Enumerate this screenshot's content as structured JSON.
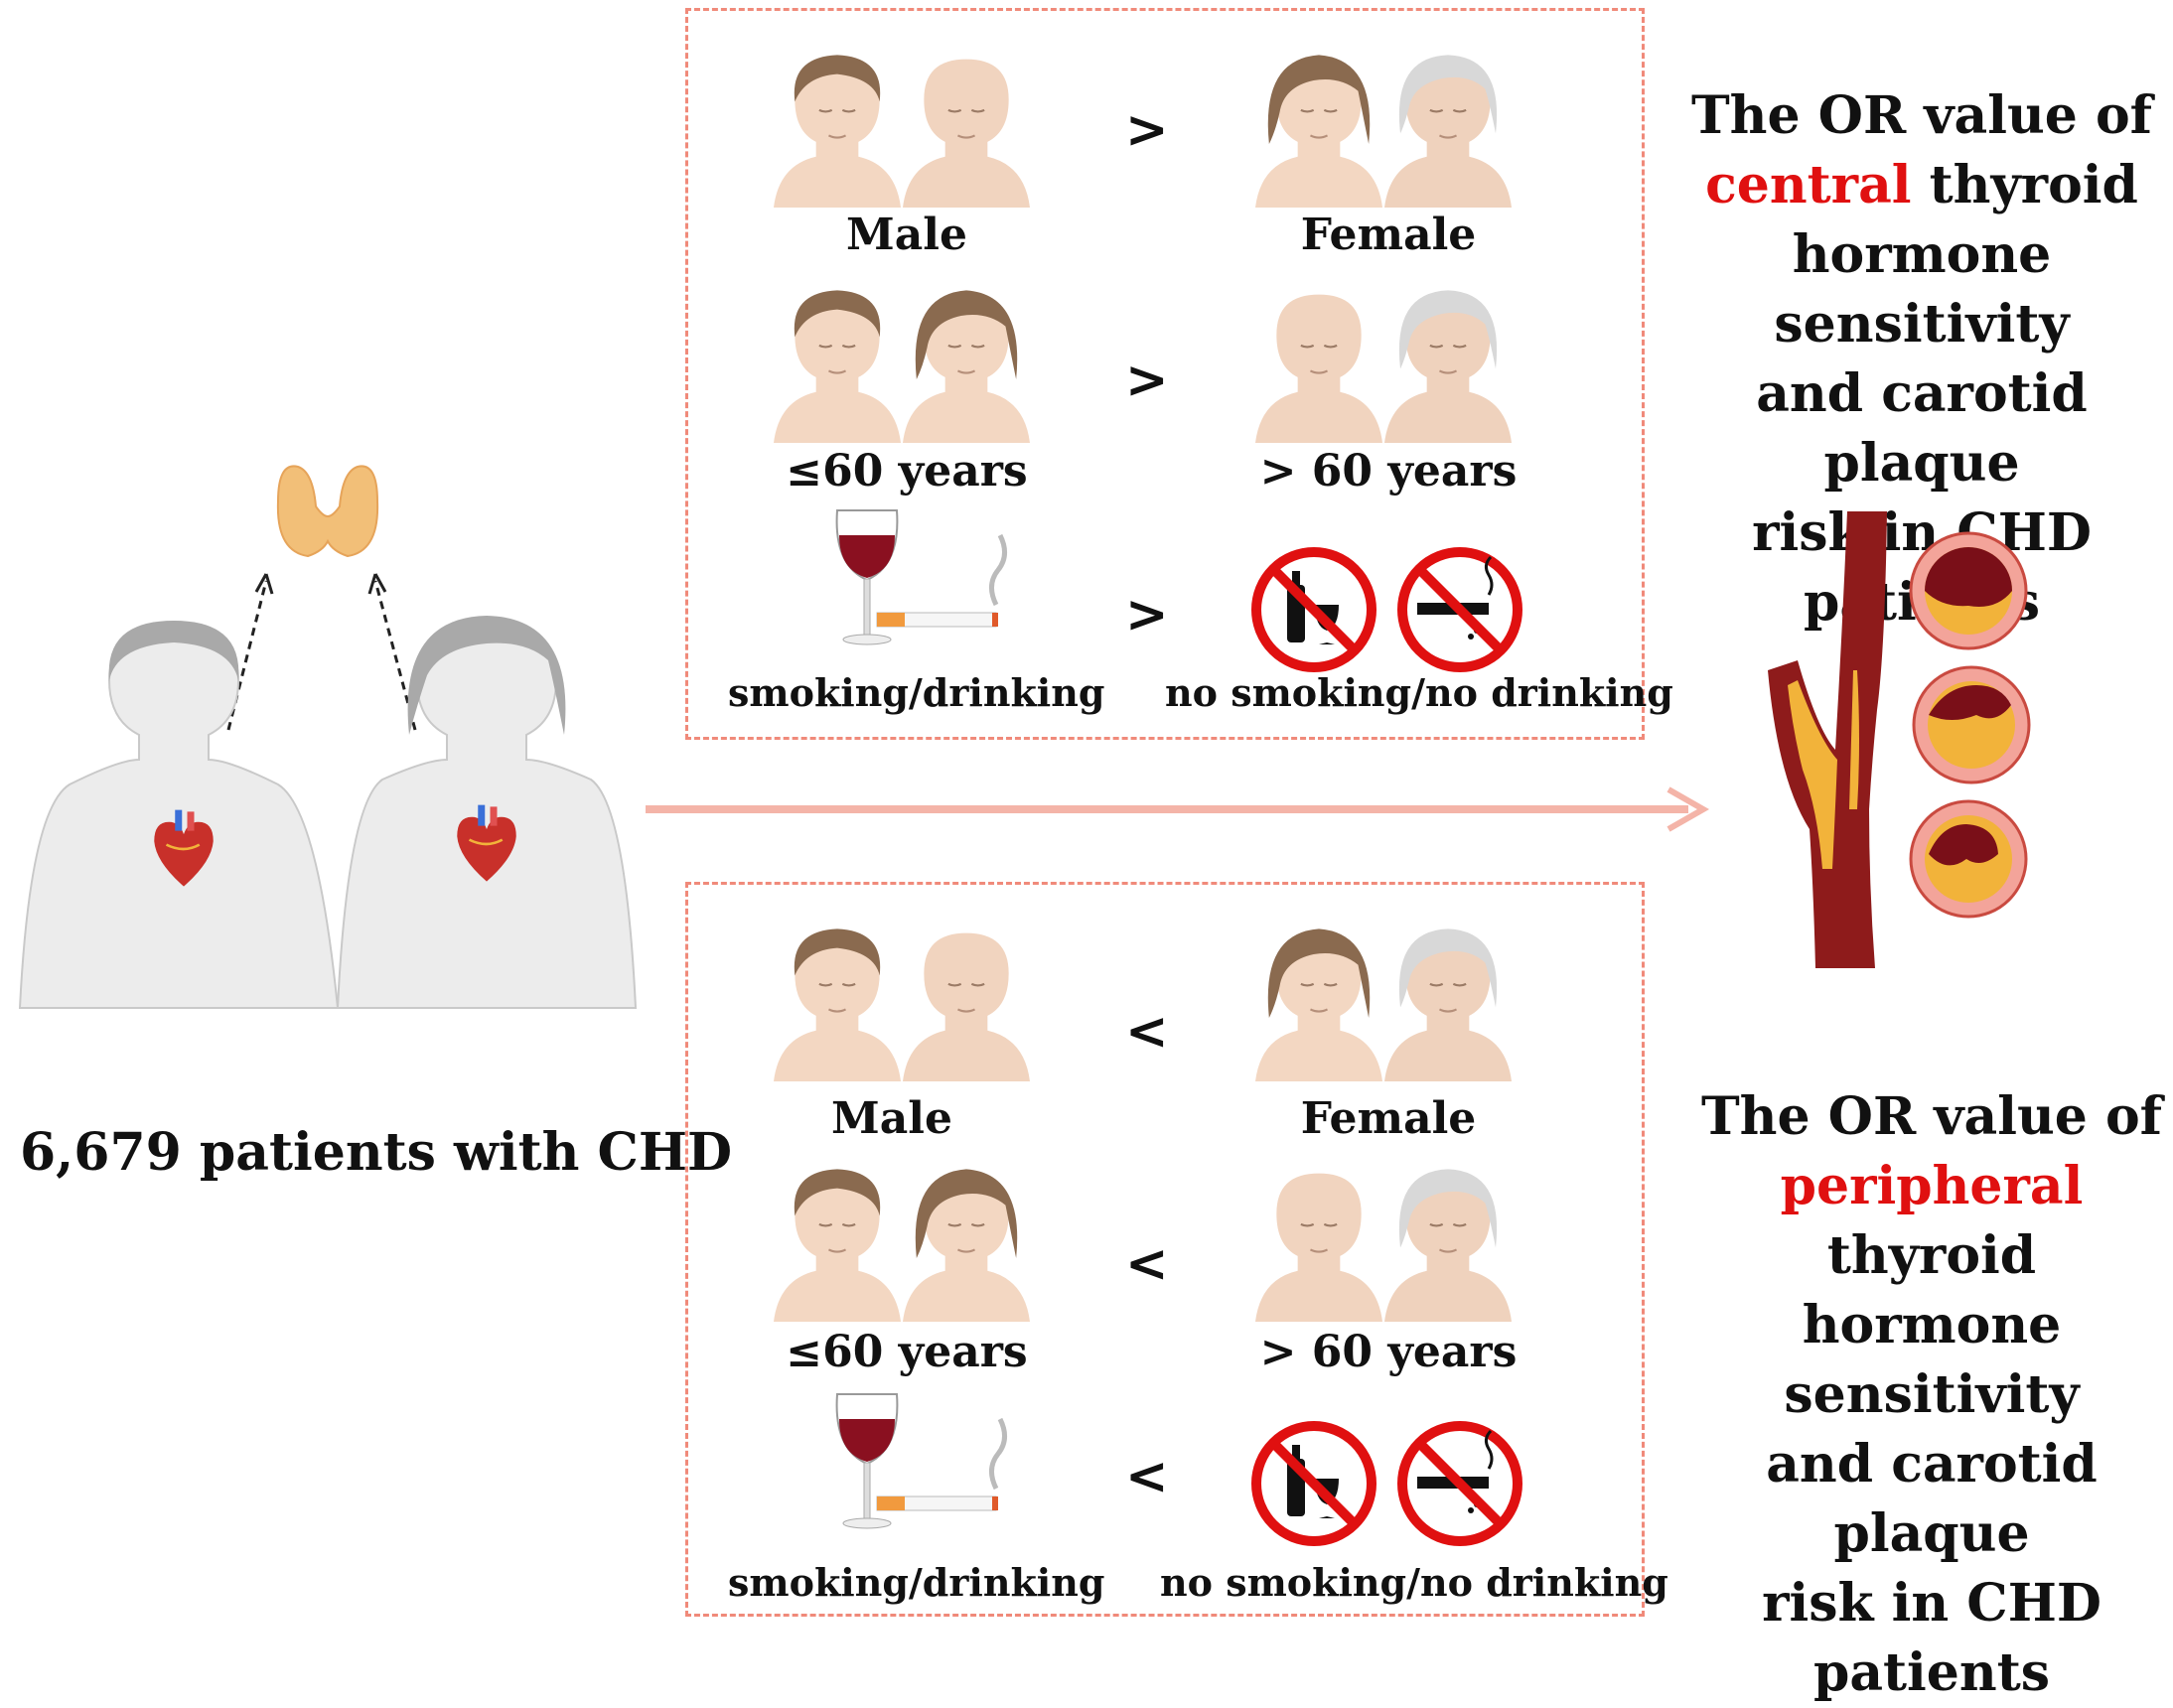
{
  "left": {
    "count_label": "6,679 patients with CHD"
  },
  "top_panel": {
    "rows": [
      {
        "left_label": "Male",
        "symbol": ">",
        "right_label": "Female"
      },
      {
        "left_label": "≤60 years",
        "symbol": ">",
        "right_label": "> 60 years"
      },
      {
        "left_label": "smoking/drinking",
        "symbol": ">",
        "right_label": "no smoking/no drinking"
      }
    ]
  },
  "bottom_panel": {
    "rows": [
      {
        "left_label": "Male",
        "symbol": "<",
        "right_label": "Female"
      },
      {
        "left_label": "≤60 years",
        "symbol": "<",
        "right_label": "> 60 years"
      },
      {
        "left_label": "smoking/drinking",
        "symbol": "<",
        "right_label": "no smoking/no drinking"
      }
    ]
  },
  "right": {
    "top_text": {
      "pre": "The OR value of",
      "highlight": "central",
      "post": "thyroid",
      "line3": "hormone sensitivity",
      "line4": "and carotid plaque",
      "line5": "risk in CHD",
      "line6": "patients"
    },
    "bottom_text": {
      "pre": "The OR value of",
      "highlight": "peripheral",
      "post": "thyroid",
      "line3": "hormone sensitivity",
      "line4": "and carotid plaque",
      "line5": "risk in CHD",
      "line6": "patients"
    }
  },
  "colors": {
    "panel_border": "#f08a7a",
    "arrow": "#f4b4a8",
    "highlight": "#e01010",
    "skin": "#f3d7c2",
    "hair_brown": "#8a6a4f",
    "hair_grey": "#d8d8d8",
    "artery": "#8e1b1b",
    "plaque": "#f2b33a"
  }
}
